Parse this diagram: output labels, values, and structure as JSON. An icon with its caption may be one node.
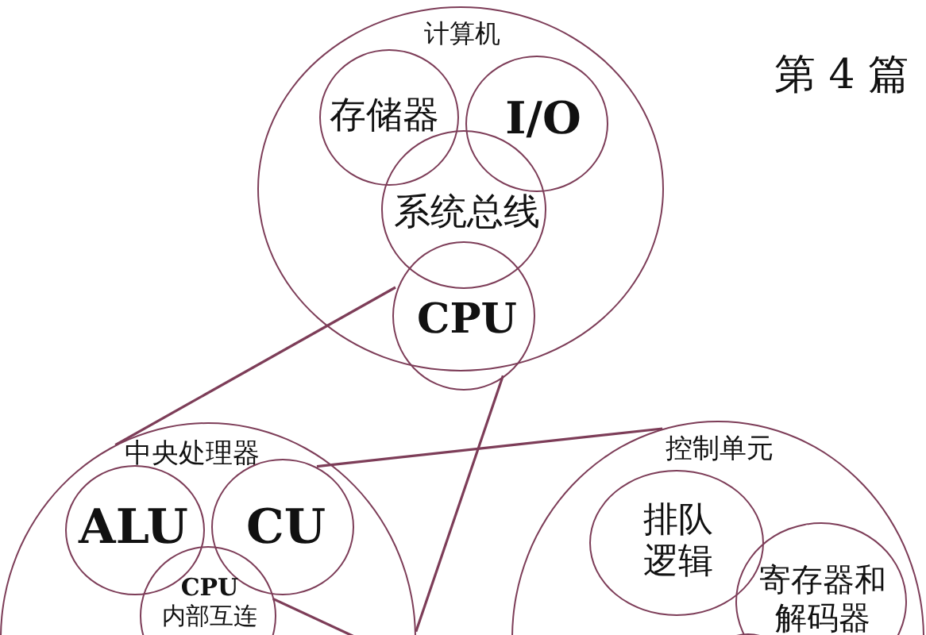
{
  "diagram": {
    "nodes": [
      {
        "text": [
          "计算机"
        ]
      },
      {
        "text": [
          "存储器"
        ],
        "in": 0
      },
      {
        "text": [
          "I/O"
        ],
        "in": 0
      },
      {
        "text": [
          "系统总线"
        ],
        "in": 0
      },
      {
        "text": [
          "CPU"
        ],
        "in": 0
      },
      {
        "text": [
          "中央处理器"
        ]
      },
      {
        "text": [
          "ALU"
        ],
        "in": 5
      },
      {
        "text": [
          "CU"
        ],
        "in": 5
      },
      {
        "text": [
          "**CPU** 内部互连"
        ],
        "in": 5
      },
      {
        "text": [
          "控制单元"
        ]
      },
      {
        "text": [
          "排队逻辑"
        ],
        "in": 9
      },
      {
        "text": [
          "寄存器和解码器"
        ],
        "in": 9
      },
      {
        "text": [],
        "shape": "circle",
        "in": 9
      }
    ],
    "edges": [
      {
        "from": 4,
        "to": 5,
        "arrow": "none"
      },
      {
        "from": 4,
        "to": 5,
        "arrow": "none"
      },
      {
        "from": 7,
        "to": 9,
        "arrow": "none"
      },
      {
        "from": 8,
        "to": 9,
        "arrow": "none"
      }
    ],
    "labels": [
      "第 4 篇"
    ]
  }
}
